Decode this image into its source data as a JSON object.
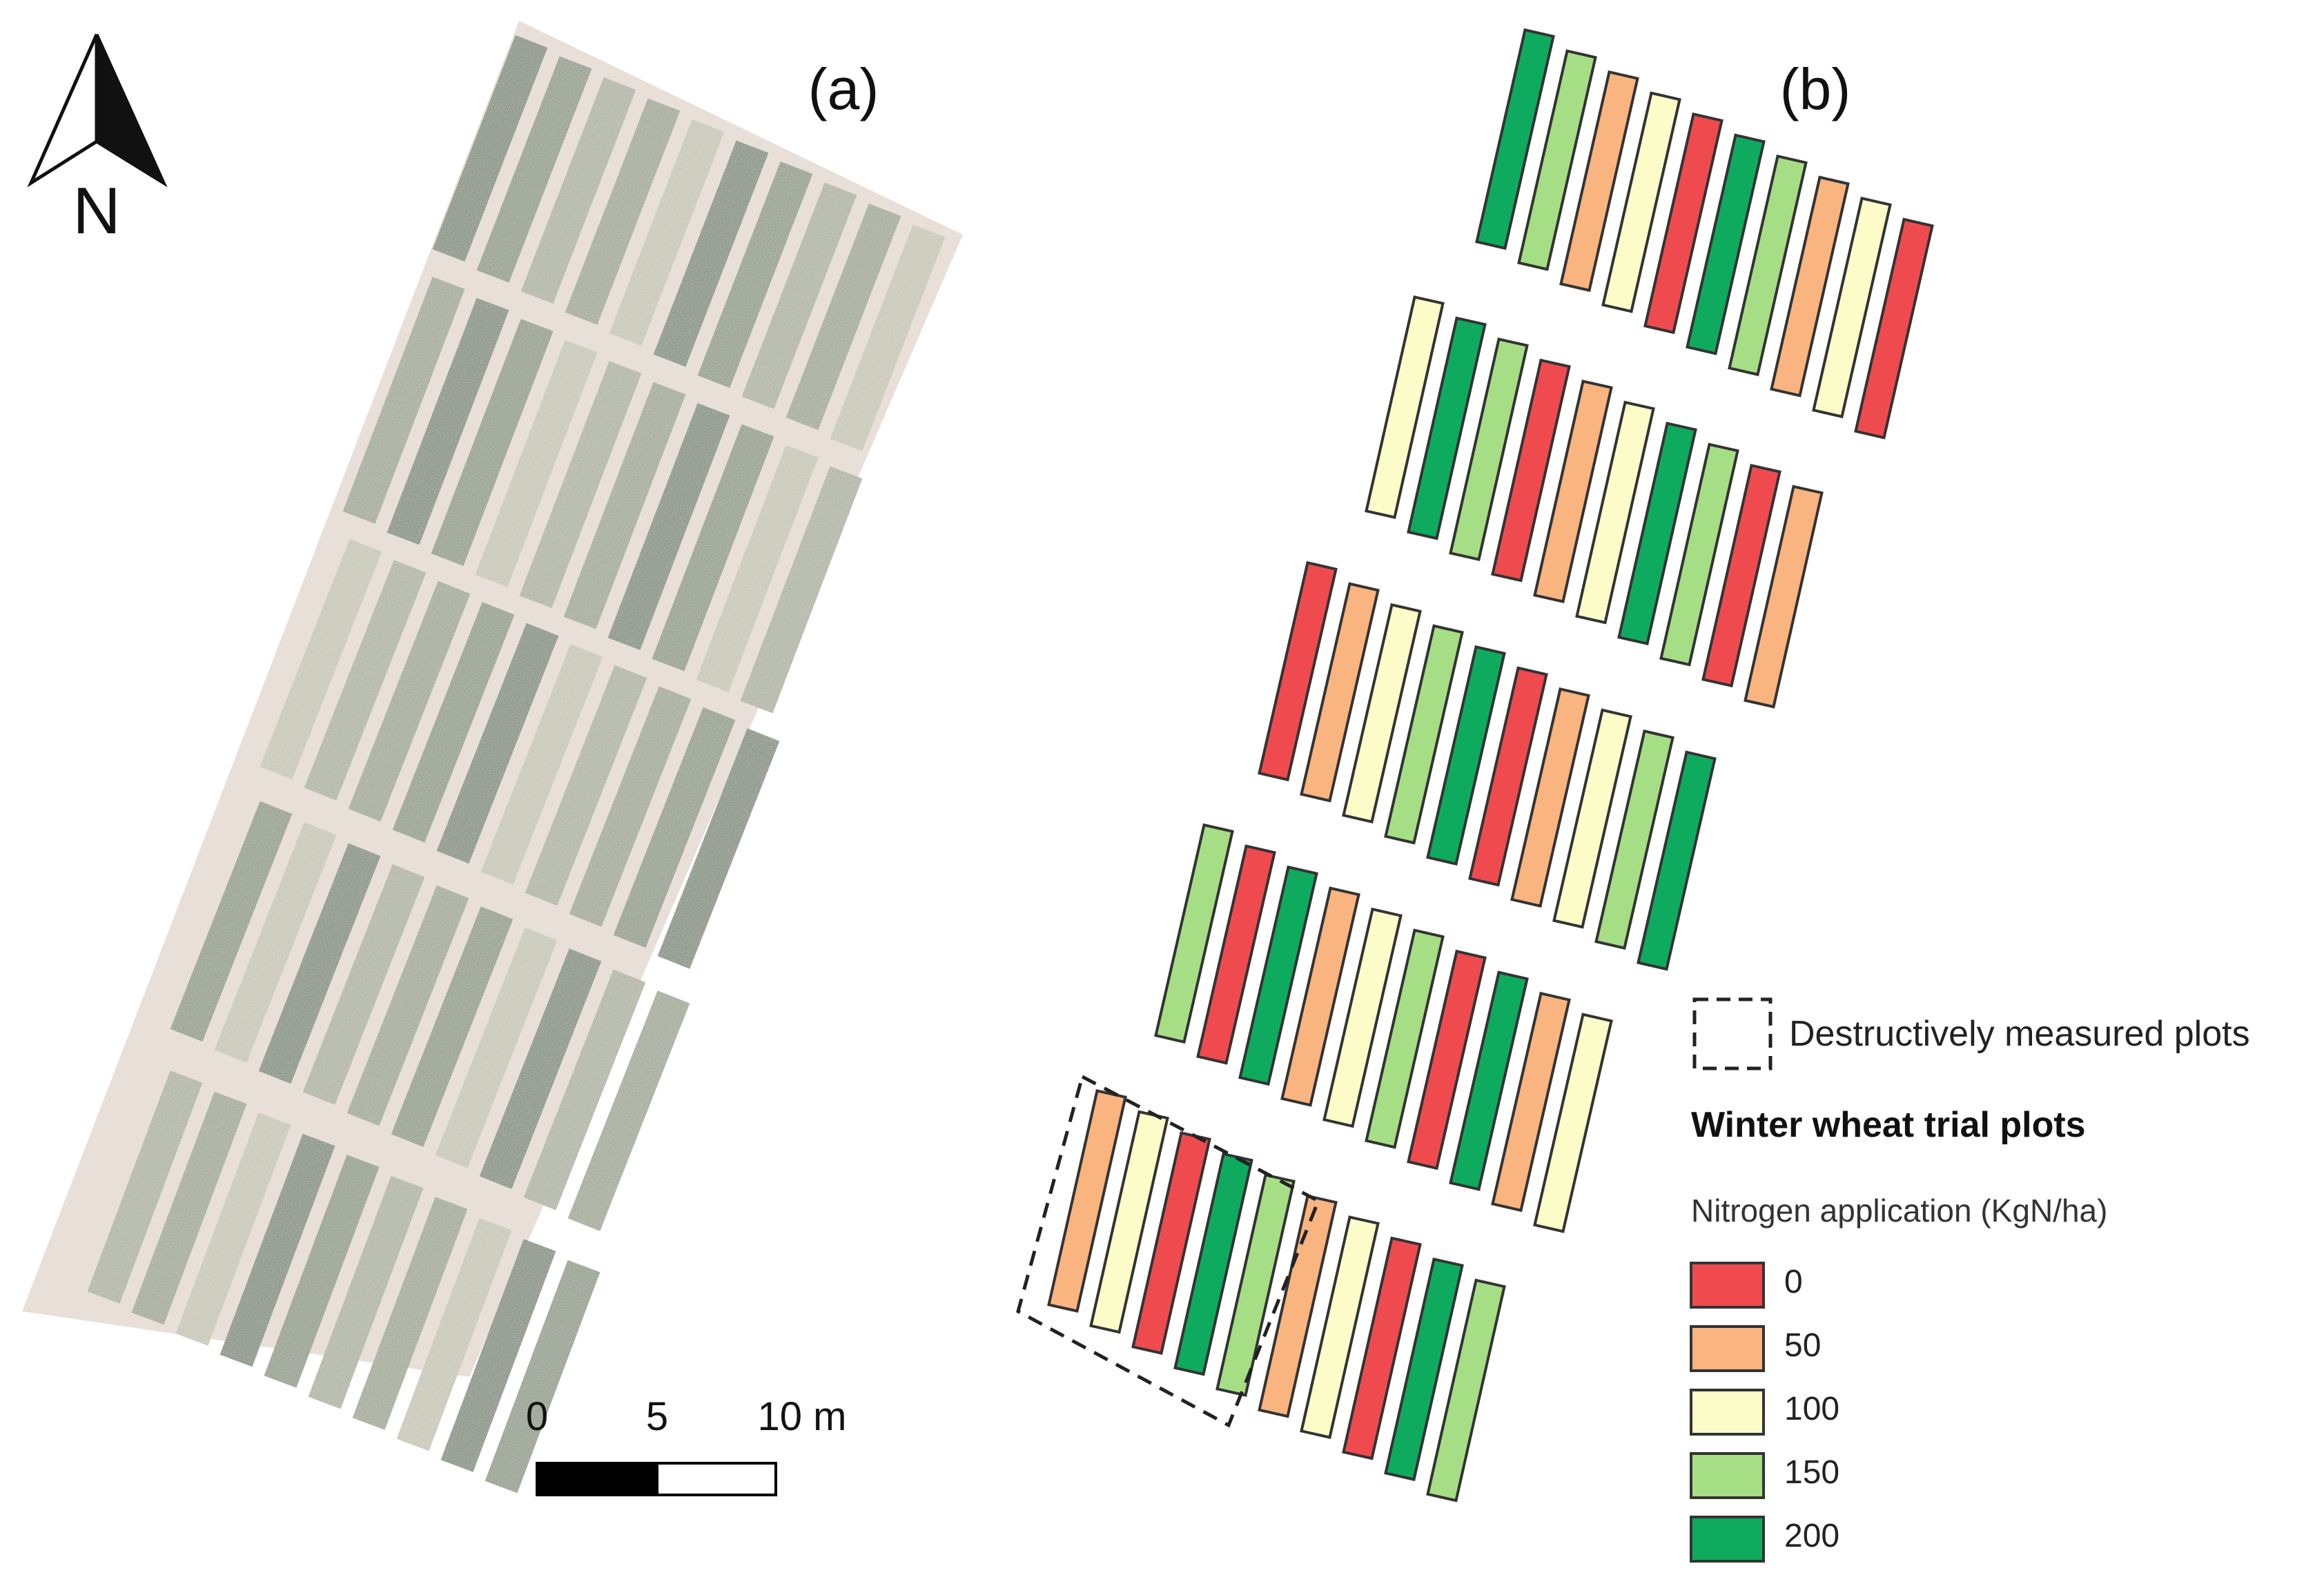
{
  "panel_a_label": "(a)",
  "panel_b_label": "(b)",
  "north_label": "N",
  "scale_bar": {
    "ticks": [
      "0",
      "5",
      "10 m"
    ]
  },
  "legend": {
    "dashed_label": "Destructively measured plots",
    "title": "Winter wheat trial plots",
    "subtitle": "Nitrogen application (KgN/ha)",
    "items": [
      {
        "label": "0",
        "color": "#ef4b4f"
      },
      {
        "label": "50",
        "color": "#f9b47f"
      },
      {
        "label": "100",
        "color": "#fcfcc8"
      },
      {
        "label": "150",
        "color": "#a6de85"
      },
      {
        "label": "200",
        "color": "#0eab5f"
      }
    ]
  },
  "plot_layout": {
    "rows": [
      [
        200,
        150,
        50,
        100,
        0,
        200,
        150,
        50,
        100,
        0
      ],
      [
        100,
        200,
        150,
        0,
        50,
        100,
        200,
        150,
        0,
        50
      ],
      [
        0,
        50,
        100,
        150,
        200,
        0,
        50,
        100,
        150,
        200
      ],
      [
        150,
        0,
        200,
        50,
        100,
        150,
        0,
        200,
        50,
        100
      ],
      [
        50,
        100,
        0,
        200,
        150,
        50,
        100,
        0,
        200,
        150
      ]
    ]
  },
  "colors": {
    "plot_outline": "#333333",
    "soil": "#e8e0d8",
    "vegetation_dark": "#3f5a36",
    "vegetation_light": "#cdc7b4"
  }
}
